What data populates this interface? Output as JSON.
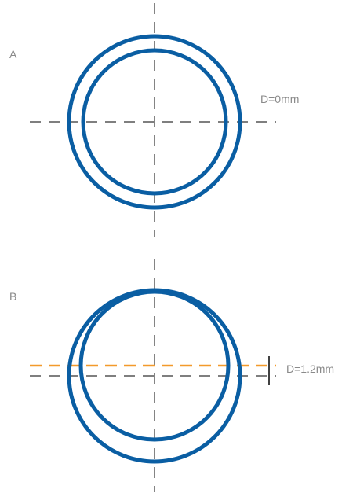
{
  "panels": [
    {
      "label": "A",
      "offset_text": "D=0mm"
    },
    {
      "label": "B",
      "offset_text": "D=1.2mm"
    }
  ],
  "colors": {
    "ring": "#0a5ea3",
    "axis": "#333333",
    "offset_line": "#f39a2b",
    "text": "#8a8a8a"
  }
}
